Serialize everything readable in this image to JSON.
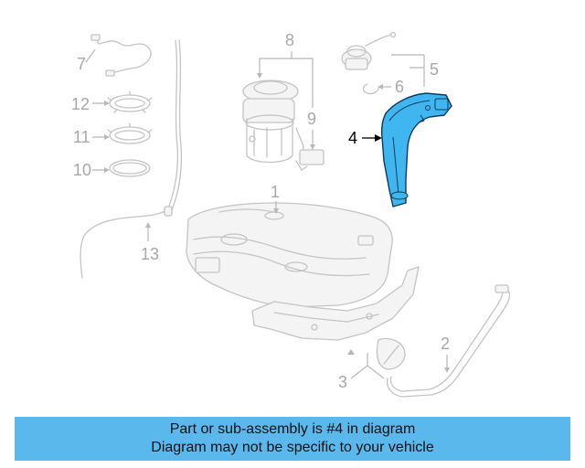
{
  "diagram": {
    "highlight_color": "#3fb6ef",
    "labels": {
      "l1": "1",
      "l2": "2",
      "l3": "3",
      "l4": "4",
      "l5": "5",
      "l6": "6",
      "l7": "7",
      "l8": "8",
      "l9": "9",
      "l10": "10",
      "l11": "11",
      "l12": "12",
      "l13": "13"
    }
  },
  "banner": {
    "color": "#5ab8ec",
    "line1": "Part or sub-assembly is #4 in diagram",
    "line2": "Diagram may not be specific to your vehicle"
  }
}
